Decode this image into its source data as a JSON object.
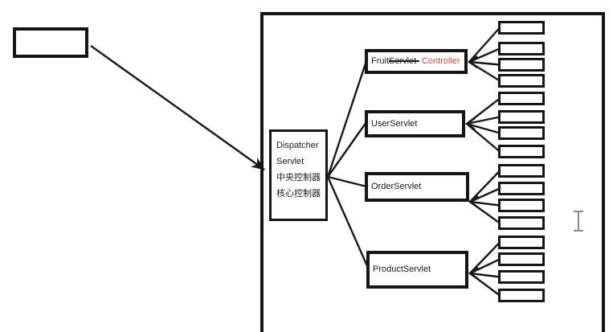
{
  "diagram": {
    "source_box": {
      "label": ""
    },
    "dispatcher": {
      "lines": [
        "Dispatcher",
        "Servlet",
        "中央控制器",
        "核心控制器"
      ]
    },
    "servlets": [
      {
        "label_prefix": "Fruit",
        "label_struck": "Servlet-",
        "label_annotation": "Controller",
        "annotation_color": "#dd4a41",
        "endpoint_count": 4
      },
      {
        "label": "UserServlet",
        "endpoint_count": 4
      },
      {
        "label": "OrderServlet",
        "endpoint_count": 4
      },
      {
        "label": "ProductServlet",
        "endpoint_count": 4
      }
    ],
    "cursor": "text-i-beam",
    "colors": {
      "line": "#191919",
      "annotation_red": "#dd4a41",
      "cursor_gray": "#8c8c8c"
    }
  }
}
